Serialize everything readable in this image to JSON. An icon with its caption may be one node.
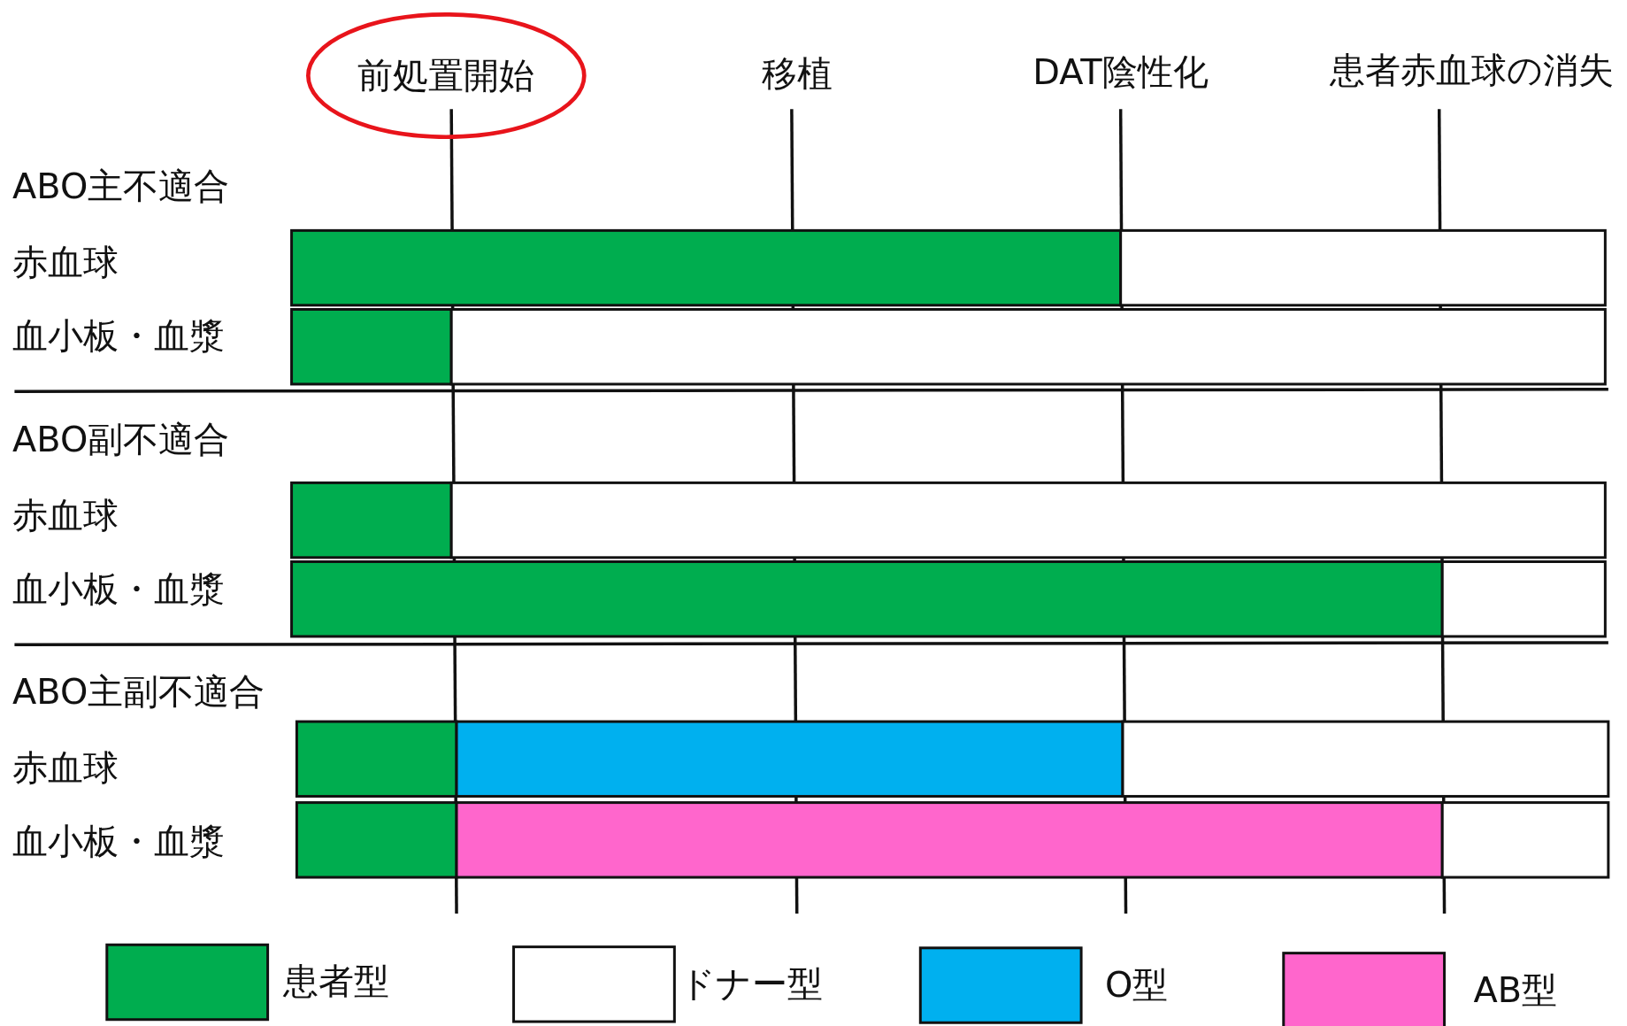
{
  "diagram": {
    "nodes": [
      {
        "text": [
          "前処置開始"
        ]
      },
      {
        "text": [],
        "shape": "bar"
      },
      {
        "text": [],
        "shape": "bar"
      },
      {
        "text": [],
        "shape": "bar"
      },
      {
        "text": [],
        "shape": "bar"
      },
      {
        "text": [],
        "shape": "bar"
      },
      {
        "text": [],
        "shape": "bar"
      },
      {
        "text": [],
        "shape": "bar"
      },
      {
        "text": [],
        "shape": "bar"
      },
      {
        "text": [],
        "shape": "bar"
      },
      {
        "text": [],
        "shape": "bar"
      },
      {
        "text": [],
        "shape": "bar"
      },
      {
        "text": [],
        "shape": "bar"
      },
      {
        "text": [],
        "shape": "bar"
      },
      {
        "text": [],
        "shape": "bar"
      }
    ],
    "labels": [
      "移植",
      "DAT陰性化",
      "患者赤血球の消失",
      "ABO主不適合",
      "赤血球",
      "血小板・血漿",
      "ABO副不適合",
      "赤血球",
      "血小板・血漿",
      "ABO主副不適合",
      "赤血球",
      "血小板・血漿"
    ],
    "legend": [
      {
        "text": "患者型",
        "color": "#00ad4f"
      },
      {
        "text": "ドナー型",
        "color": "#ffffff"
      },
      {
        "text": "O型",
        "color": "#00b0ef"
      },
      {
        "text": "AB型",
        "color": "#ff66cc"
      }
    ]
  }
}
